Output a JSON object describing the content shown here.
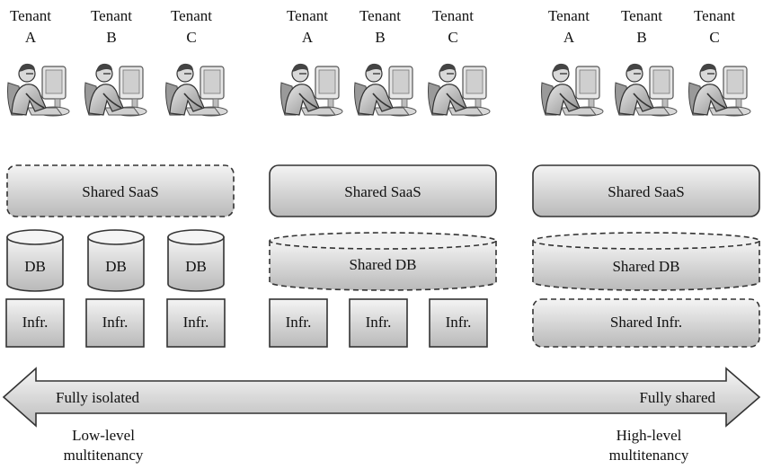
{
  "groups": [
    {
      "tenants": [
        {
          "label": "Tenant",
          "letter": "A"
        },
        {
          "label": "Tenant",
          "letter": "B"
        },
        {
          "label": "Tenant",
          "letter": "C"
        }
      ],
      "saas": "Shared SaaS",
      "db": [
        "DB",
        "DB",
        "DB"
      ],
      "infra": [
        "Infr.",
        "Infr.",
        "Infr."
      ]
    },
    {
      "tenants": [
        {
          "label": "Tenant",
          "letter": "A"
        },
        {
          "label": "Tenant",
          "letter": "B"
        },
        {
          "label": "Tenant",
          "letter": "C"
        }
      ],
      "saas": "Shared SaaS",
      "db": "Shared DB",
      "infra": [
        "Infr.",
        "Infr.",
        "Infr."
      ]
    },
    {
      "tenants": [
        {
          "label": "Tenant",
          "letter": "A"
        },
        {
          "label": "Tenant",
          "letter": "B"
        },
        {
          "label": "Tenant",
          "letter": "C"
        }
      ],
      "saas": "Shared SaaS",
      "db": "Shared DB",
      "infra": "Shared Infr."
    }
  ],
  "arrow": {
    "left_label": "Fully isolated",
    "right_label": "Fully shared"
  },
  "captions": {
    "left": [
      "Low-level",
      "multitenancy"
    ],
    "right": [
      "High-level",
      "multitenancy"
    ]
  },
  "colors": {
    "box_fill_top": "#f2f2f2",
    "box_fill_bottom": "#bdbdbd",
    "stroke": "#333333"
  },
  "icons": [
    "person-at-computer-icon"
  ]
}
